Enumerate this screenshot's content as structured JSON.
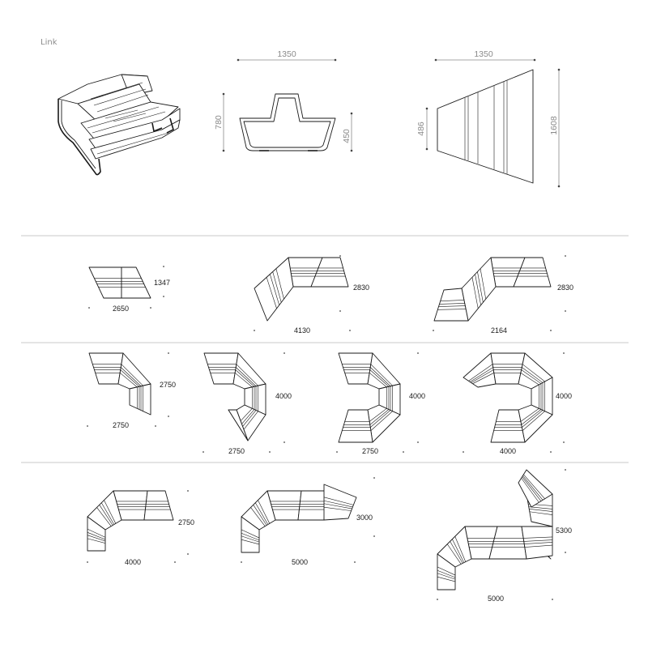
{
  "product_title": "Link",
  "top_views": {
    "front": {
      "width": "1350",
      "height": "780",
      "seat_height": "450"
    },
    "plan": {
      "width": "1350",
      "depth_small": "486",
      "depth_large": "1608"
    }
  },
  "configurations": [
    {
      "id": "c1",
      "labels": [
        "1347",
        "2650"
      ]
    },
    {
      "id": "c2",
      "labels": [
        "2830",
        "4130"
      ]
    },
    {
      "id": "c3",
      "labels": [
        "2830",
        "2164"
      ]
    },
    {
      "id": "c4",
      "labels": [
        "2750",
        "2750"
      ]
    },
    {
      "id": "c5",
      "labels": [
        "4000",
        "2750"
      ]
    },
    {
      "id": "c6",
      "labels": [
        "4000",
        "2750"
      ]
    },
    {
      "id": "c7",
      "labels": [
        "4000",
        "4000"
      ]
    },
    {
      "id": "c8",
      "labels": [
        "2750",
        "4000"
      ]
    },
    {
      "id": "c9",
      "labels": [
        "3000",
        "5000"
      ]
    },
    {
      "id": "c10",
      "labels": [
        "5300",
        "5000"
      ]
    }
  ]
}
